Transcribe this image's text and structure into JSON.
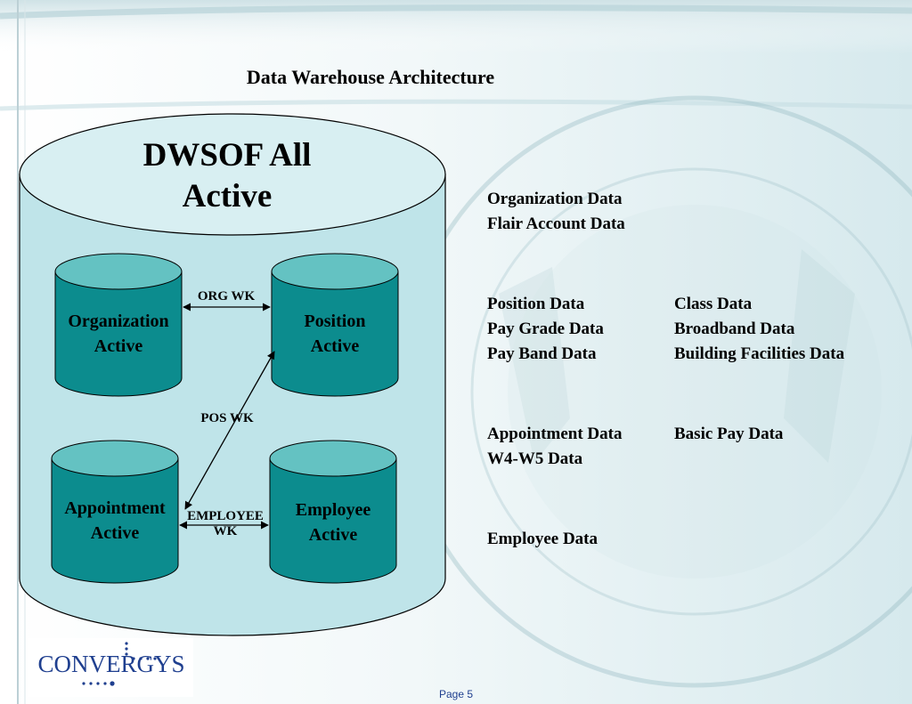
{
  "title": "Data Warehouse Architecture",
  "main_store": {
    "line1": "DWSOF All",
    "line2": "Active"
  },
  "cylinders": {
    "organization": {
      "line1": "Organization",
      "line2": "Active"
    },
    "position": {
      "line1": "Position",
      "line2": "Active"
    },
    "appointment": {
      "line1": "Appointment",
      "line2": "Active"
    },
    "employee": {
      "line1": "Employee",
      "line2": "Active"
    }
  },
  "relations": {
    "org_wk": "ORG WK",
    "pos_wk": "POS WK",
    "employee_wk": {
      "line1": "EMPLOYEE",
      "line2": "WK"
    }
  },
  "data_groups": {
    "organization": [
      "Organization Data",
      "Flair Account Data"
    ],
    "position_col1": [
      "Position Data",
      "Pay Grade Data",
      "Pay Band Data"
    ],
    "position_col2": [
      "Class Data",
      "Broadband Data",
      "Building Facilities Data"
    ],
    "appointment_col1": [
      "Appointment Data",
      "W4-W5 Data"
    ],
    "appointment_col2": [
      "Basic Pay Data"
    ],
    "employee": [
      "Employee Data"
    ]
  },
  "logo": {
    "text": "CONVERGYS"
  },
  "footer": {
    "page": "Page 5"
  },
  "colors": {
    "main_cylinder_fill": "#bfe4e9",
    "inner_cylinder_body": "#0c8c8e",
    "inner_cylinder_top": "#64c2c2",
    "background_tint": "#dcecef",
    "logo_blue": "#1f3f8f"
  }
}
